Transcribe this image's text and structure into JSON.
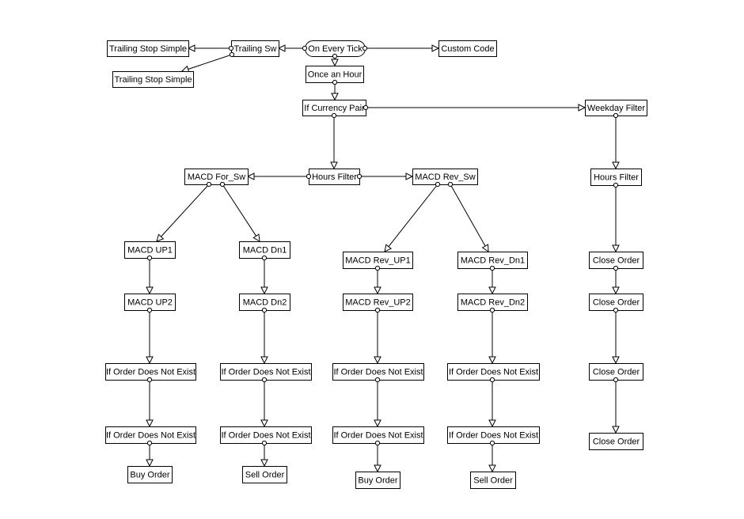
{
  "diagram": {
    "nodes": [
      {
        "id": "ts1",
        "label": "Trailing Stop Simple",
        "shape": "rect"
      },
      {
        "id": "ts2",
        "label": "Trailing Stop Simple",
        "shape": "rect"
      },
      {
        "id": "tsw",
        "label": "Trailing Sw",
        "shape": "rect"
      },
      {
        "id": "tick",
        "label": "On Every Tick",
        "shape": "rounded"
      },
      {
        "id": "custom",
        "label": "Custom Code",
        "shape": "rect"
      },
      {
        "id": "hour",
        "label": "Once an Hour",
        "shape": "rect"
      },
      {
        "id": "pair",
        "label": "If Currency Pair",
        "shape": "rect"
      },
      {
        "id": "weekday",
        "label": "Weekday Filter",
        "shape": "rect"
      },
      {
        "id": "hf1",
        "label": "Hours Filter",
        "shape": "rect"
      },
      {
        "id": "hf2",
        "label": "Hours Filter",
        "shape": "rect"
      },
      {
        "id": "forsw",
        "label": "MACD For_Sw",
        "shape": "rect"
      },
      {
        "id": "revsw",
        "label": "MACD Rev_Sw",
        "shape": "rect"
      },
      {
        "id": "up1",
        "label": "MACD UP1",
        "shape": "rect"
      },
      {
        "id": "up2",
        "label": "MACD UP2",
        "shape": "rect"
      },
      {
        "id": "dn1",
        "label": "MACD Dn1",
        "shape": "rect"
      },
      {
        "id": "dn2",
        "label": "MACD Dn2",
        "shape": "rect"
      },
      {
        "id": "rup1",
        "label": "MACD Rev_UP1",
        "shape": "rect"
      },
      {
        "id": "rup2",
        "label": "MACD Rev_UP2",
        "shape": "rect"
      },
      {
        "id": "rdn1",
        "label": "MACD Rev_Dn1",
        "shape": "rect"
      },
      {
        "id": "rdn2",
        "label": "MACD Rev_Dn2",
        "shape": "rect"
      },
      {
        "id": "a1",
        "label": "If Order Does Not Exist",
        "shape": "rect"
      },
      {
        "id": "a2",
        "label": "If Order Does Not Exist",
        "shape": "rect"
      },
      {
        "id": "b1",
        "label": "If Order Does Not Exist",
        "shape": "rect"
      },
      {
        "id": "b2",
        "label": "If Order Does Not Exist",
        "shape": "rect"
      },
      {
        "id": "c1",
        "label": "If Order Does Not Exist",
        "shape": "rect"
      },
      {
        "id": "c2",
        "label": "If Order Does Not Exist",
        "shape": "rect"
      },
      {
        "id": "d1",
        "label": "If Order Does Not Exist",
        "shape": "rect"
      },
      {
        "id": "d2",
        "label": "If Order Does Not Exist",
        "shape": "rect"
      },
      {
        "id": "buy1",
        "label": "Buy Order",
        "shape": "rect"
      },
      {
        "id": "sell1",
        "label": "Sell Order",
        "shape": "rect"
      },
      {
        "id": "buy2",
        "label": "Buy Order",
        "shape": "rect"
      },
      {
        "id": "sell2",
        "label": "Sell Order",
        "shape": "rect"
      },
      {
        "id": "co1",
        "label": "Close Order",
        "shape": "rect"
      },
      {
        "id": "co2",
        "label": "Close Order",
        "shape": "rect"
      },
      {
        "id": "co3",
        "label": "Close Order",
        "shape": "rect"
      },
      {
        "id": "co4",
        "label": "Close Order",
        "shape": "rect"
      }
    ],
    "edges": [
      {
        "from": "tick",
        "to": "tsw"
      },
      {
        "from": "tick",
        "to": "custom"
      },
      {
        "from": "tick",
        "to": "hour"
      },
      {
        "from": "tsw",
        "to": "ts1"
      },
      {
        "from": "tsw",
        "to": "ts2"
      },
      {
        "from": "hour",
        "to": "pair"
      },
      {
        "from": "pair",
        "to": "weekday"
      },
      {
        "from": "pair",
        "to": "hf1"
      },
      {
        "from": "hf1",
        "to": "forsw"
      },
      {
        "from": "hf1",
        "to": "revsw"
      },
      {
        "from": "forsw",
        "to": "up1"
      },
      {
        "from": "forsw",
        "to": "dn1"
      },
      {
        "from": "revsw",
        "to": "rup1"
      },
      {
        "from": "revsw",
        "to": "rdn1"
      },
      {
        "from": "up1",
        "to": "up2"
      },
      {
        "from": "dn1",
        "to": "dn2"
      },
      {
        "from": "rup1",
        "to": "rup2"
      },
      {
        "from": "rdn1",
        "to": "rdn2"
      },
      {
        "from": "up2",
        "to": "a1"
      },
      {
        "from": "a1",
        "to": "a2"
      },
      {
        "from": "a2",
        "to": "buy1"
      },
      {
        "from": "dn2",
        "to": "b1"
      },
      {
        "from": "b1",
        "to": "b2"
      },
      {
        "from": "b2",
        "to": "sell1"
      },
      {
        "from": "rup2",
        "to": "c1"
      },
      {
        "from": "c1",
        "to": "c2"
      },
      {
        "from": "c2",
        "to": "buy2"
      },
      {
        "from": "rdn2",
        "to": "d1"
      },
      {
        "from": "d1",
        "to": "d2"
      },
      {
        "from": "d2",
        "to": "sell2"
      },
      {
        "from": "weekday",
        "to": "hf2"
      },
      {
        "from": "hf2",
        "to": "co1"
      },
      {
        "from": "co1",
        "to": "co2"
      },
      {
        "from": "co2",
        "to": "co3"
      },
      {
        "from": "co3",
        "to": "co4"
      }
    ]
  }
}
